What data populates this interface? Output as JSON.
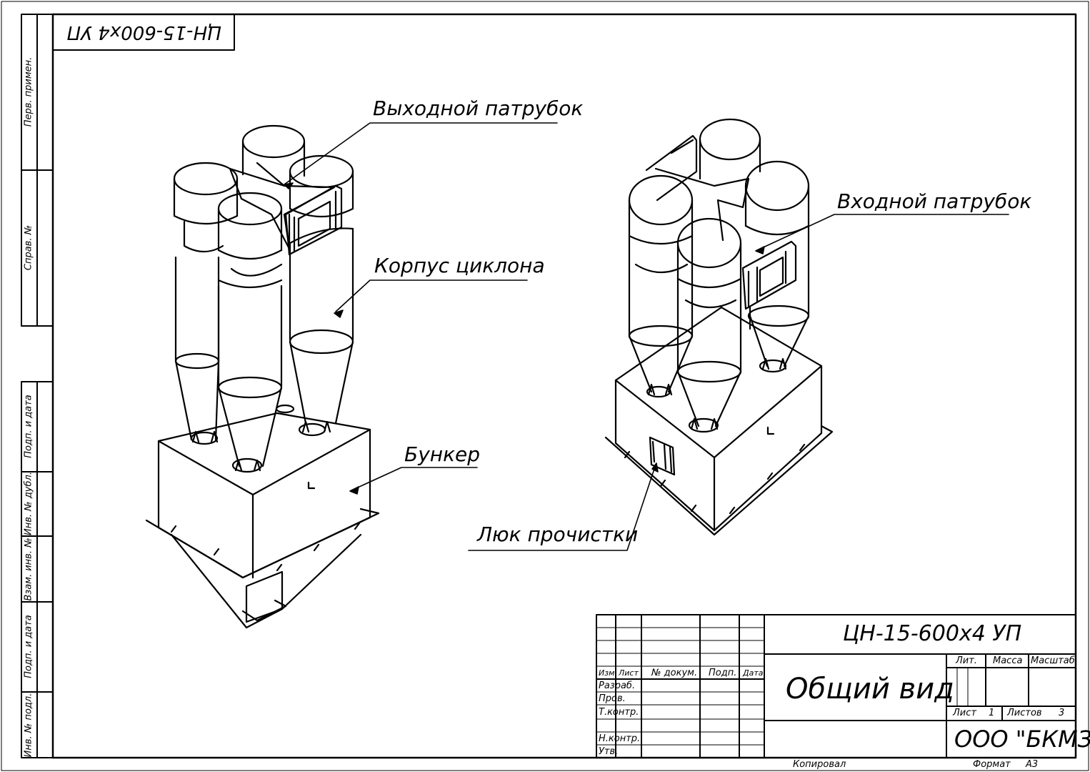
{
  "top_stamp": "ЦН-15-600х4 УП",
  "callouts": {
    "outlet": "Выходной патрубок",
    "body": "Корпус циклона",
    "hopper": "Бункер",
    "inlet": "Входной патрубок",
    "hatch": "Люк прочистки"
  },
  "side_column": {
    "perv_primen": "Перв. примен.",
    "sprav_no": "Справ. №",
    "podp_data_1": "Подп. и дата",
    "inv_dubl": "Инв. № дубл.",
    "vzam_inv": "Взам. инв. №",
    "podp_data_2": "Подп. и дата",
    "inv_podl": "Инв. № подл."
  },
  "title_block": {
    "designation": "ЦН-15-600х4 УП",
    "name": "Общий вид",
    "company": "ООО \"БКМЗ\"",
    "col_izm": "Изм.",
    "col_list": "Лист",
    "col_doc": "№ докум.",
    "col_podp": "Подп.",
    "col_data": "Дата",
    "row_razrab": "Разраб.",
    "row_prov": "Пров.",
    "row_tkontr": "Т.контр.",
    "row_nkontr": "Н.контр.",
    "row_utv": "Утв.",
    "lit": "Лит.",
    "massa": "Масса",
    "masshtab": "Масштаб",
    "list_label": "Лист",
    "list_value": "1",
    "listov_label": "Листов",
    "listov_value": "3",
    "kopiroval": "Копировал",
    "format_label": "Формат",
    "format_value": "А3"
  }
}
